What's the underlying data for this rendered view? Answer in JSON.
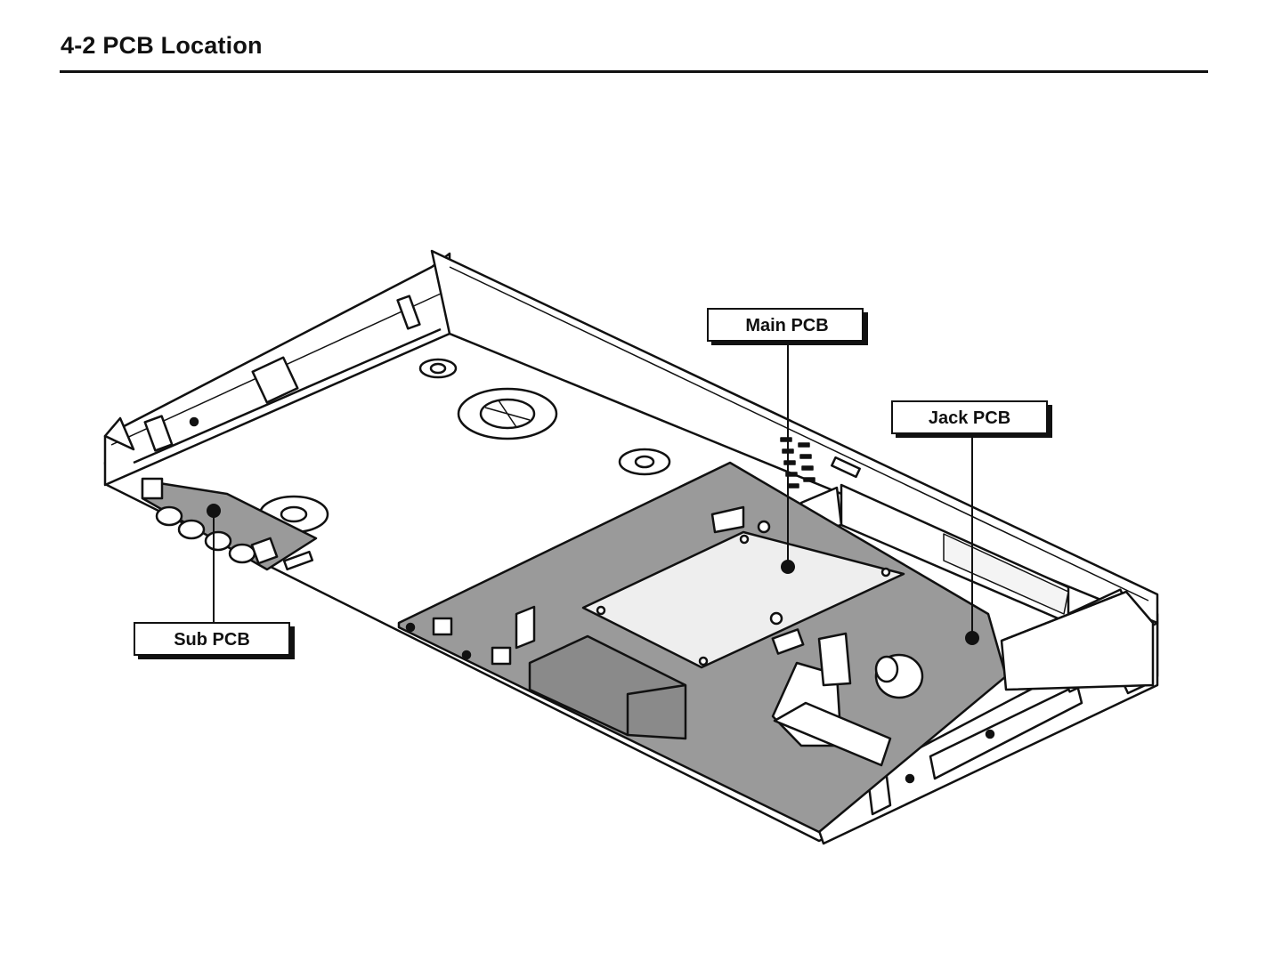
{
  "header": {
    "title": "4-2 PCB Location"
  },
  "callouts": [
    {
      "id": "main",
      "label": "Main PCB"
    },
    {
      "id": "jack",
      "label": "Jack PCB"
    },
    {
      "id": "sub",
      "label": "Sub PCB"
    }
  ],
  "colors": {
    "line": "#111111",
    "pcb_fill": "#9a9a9a",
    "chassis_fill": "#ffffff",
    "shield_fill": "#eeeeee"
  }
}
